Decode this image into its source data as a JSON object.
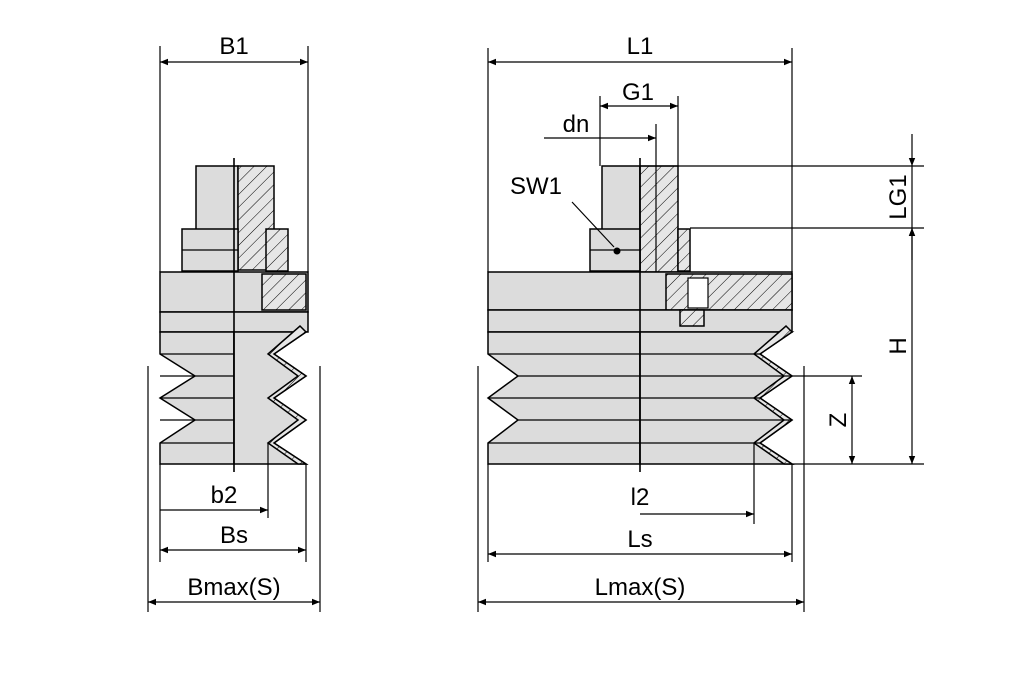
{
  "labels": {
    "B1": "B1",
    "b2": "b2",
    "Bs": "Bs",
    "Bmax": "Bmax(S)",
    "L1": "L1",
    "G1": "G1",
    "dn": "dn",
    "SW1": "SW1",
    "LG1": "LG1",
    "H": "H",
    "Z": "Z",
    "l2": "l2",
    "Ls": "Ls",
    "Lmax": "Lmax(S)"
  },
  "colors": {
    "body_fill": "#dcdcdc",
    "line": "#000000",
    "background": "#ffffff"
  }
}
